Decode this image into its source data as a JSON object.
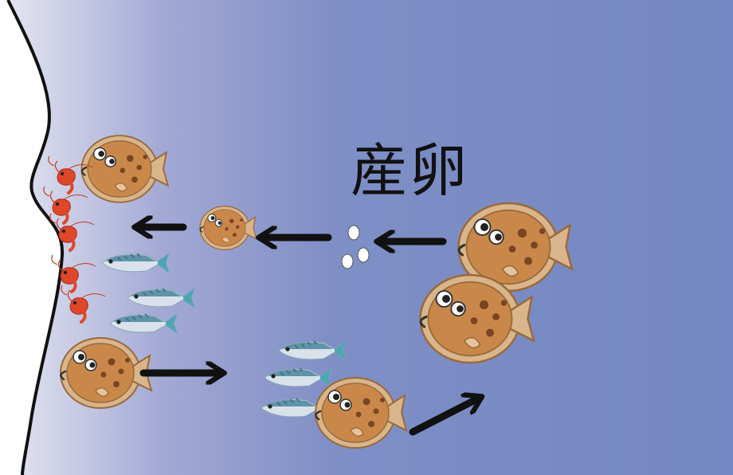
{
  "label": "産卵",
  "colors": {
    "water_deep": "#7387c2",
    "water_shore": "#e7e8f2",
    "fish_body": "#c9884a",
    "fish_outline": "#9a6a3c",
    "fish_spot": "#7a4522",
    "arrow": "#111111",
    "shrimp": "#e0462a",
    "mackerel_back": "#5f93a8",
    "mackerel_belly": "#d9e2ea",
    "egg": "#ffffff"
  },
  "icons": {
    "adult_fish": "flatfish-icon",
    "juvenile_fish": "juvenile-flatfish-icon",
    "egg": "egg-icon",
    "prey_shrimp": "shrimp-icon",
    "prey_fish": "mackerel-icon"
  },
  "life_cycle": [
    "adult",
    "eggs",
    "juvenile",
    "young",
    "adult"
  ]
}
